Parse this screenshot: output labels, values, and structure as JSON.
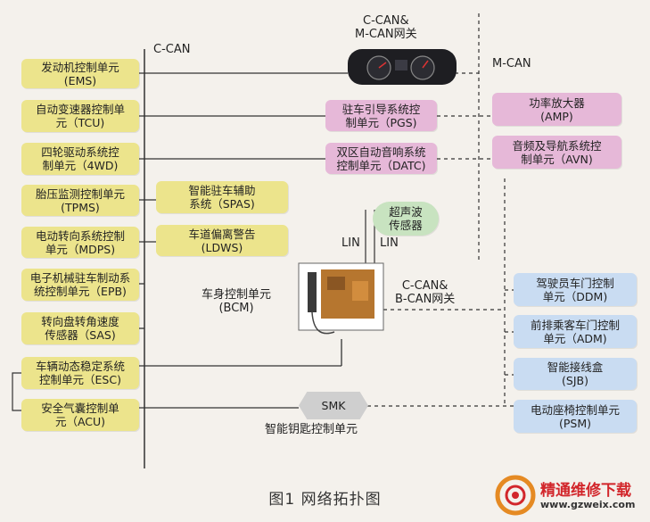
{
  "labels": {
    "c_can": "C-CAN",
    "m_can": "M-CAN",
    "gateway_c_m": "C-CAN&\nM-CAN网关",
    "gateway_c_b": "C-CAN&\nB-CAN网关",
    "lin_left": "LIN",
    "lin_right": "LIN",
    "bcm": "车身控制单元\n(BCM)",
    "smk_desc": "智能钥匙控制单元"
  },
  "left_units": [
    "发动机控制单元\n(EMS)",
    "自动变速器控制单\n元（TCU)",
    "四轮驱动系统控\n制单元（4WD)",
    "胎压监测控制单元\n(TPMS)",
    "电动转向系统控制\n单元（MDPS)",
    "电子机械驻车制动系\n统控制单元（EPB)",
    "转向盘转角速度\n传感器（SAS)",
    "车辆动态稳定系统\n控制单元（ESC)",
    "安全气囊控制单\n元（ACU)"
  ],
  "mid_units": [
    "智能驻车辅助\n系统（SPAS)",
    "车道偏离警告\n(LDWS)"
  ],
  "pink_units": [
    "驻车引导系统控\n制单元（PGS)",
    "双区自动音响系统\n控制单元（DATC)"
  ],
  "m_can_units": [
    "功率放大器\n(AMP)",
    "音频及导航系统控\n制单元（AVN)"
  ],
  "b_can_units": [
    "驾驶员车门控制\n单元（DDM)",
    "前排乘客车门控制\n单元（ADM)",
    "智能接线盒\n(SJB)",
    "电动座椅控制单元\n(PSM)"
  ],
  "sensor": "超声波\n传感器",
  "smk": "SMK",
  "caption": "图1   网络拓扑图",
  "watermark": {
    "title": "精通维修下载",
    "url": "www.gzweix.com"
  },
  "colors": {
    "ecu_yellow": "#ece48c",
    "pink": "#e6b8d8",
    "blue": "#c9dcf2",
    "sensor_green": "#c8e3c0",
    "smk_gray": "#cfcfcf"
  }
}
